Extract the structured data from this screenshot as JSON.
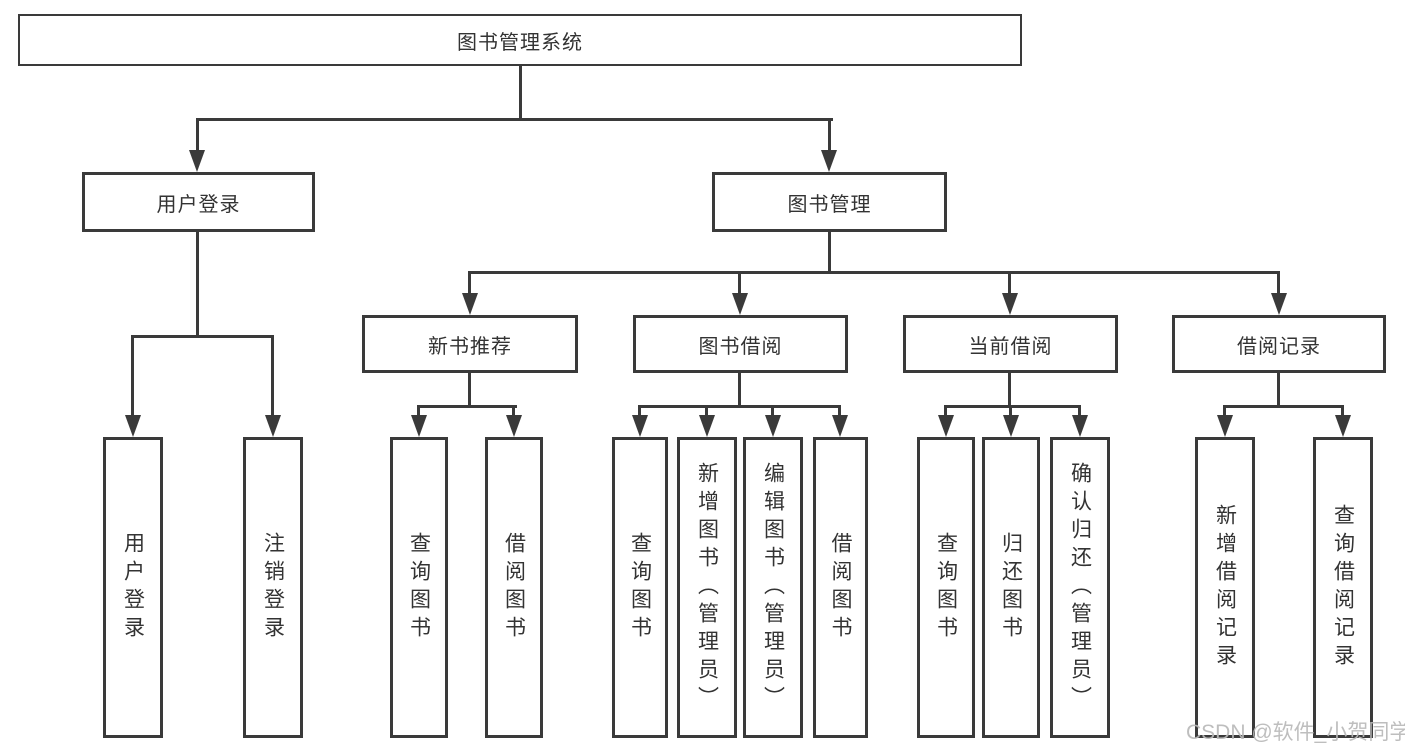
{
  "diagram": {
    "type": "org-tree",
    "line_color": "#3a3a3a",
    "box_background": "#ffffff",
    "text_color": "#333333",
    "watermark": {
      "text": "CSDN @软件_小贺同学",
      "color": "#b9b9b9"
    },
    "nodes": {
      "root": {
        "label": "图书管理系统",
        "children": [
          "user_login",
          "book_mgmt"
        ]
      },
      "user_login": {
        "label": "用户登录",
        "children": [
          "leaf_user_login",
          "leaf_logout"
        ]
      },
      "book_mgmt": {
        "label": "图书管理",
        "children": [
          "new_book_rec",
          "book_borrow",
          "current_borrow",
          "borrow_records"
        ]
      },
      "new_book_rec": {
        "label": "新书推荐",
        "children": [
          "nbr_query",
          "nbr_borrow"
        ]
      },
      "book_borrow": {
        "label": "图书借阅",
        "children": [
          "bb_query",
          "bb_add",
          "bb_edit",
          "bb_borrow"
        ]
      },
      "current_borrow": {
        "label": "当前借阅",
        "children": [
          "cb_query",
          "cb_return",
          "cb_confirm"
        ]
      },
      "borrow_records": {
        "label": "借阅记录",
        "children": [
          "br_add",
          "br_query"
        ]
      },
      "leaf_user_login": {
        "label": "用户登录"
      },
      "leaf_logout": {
        "label": "注销登录"
      },
      "nbr_query": {
        "label": "查询图书"
      },
      "nbr_borrow": {
        "label": "借阅图书"
      },
      "bb_query": {
        "label": "查询图书"
      },
      "bb_add": {
        "label": "新增图书（管理员）"
      },
      "bb_edit": {
        "label": "编辑图书（管理员）"
      },
      "bb_borrow": {
        "label": "借阅图书"
      },
      "cb_query": {
        "label": "查询图书"
      },
      "cb_return": {
        "label": "归还图书"
      },
      "cb_confirm": {
        "label": "确认归还（管理员）"
      },
      "br_add": {
        "label": "新增借阅记录"
      },
      "br_query": {
        "label": "查询借阅记录"
      }
    }
  }
}
